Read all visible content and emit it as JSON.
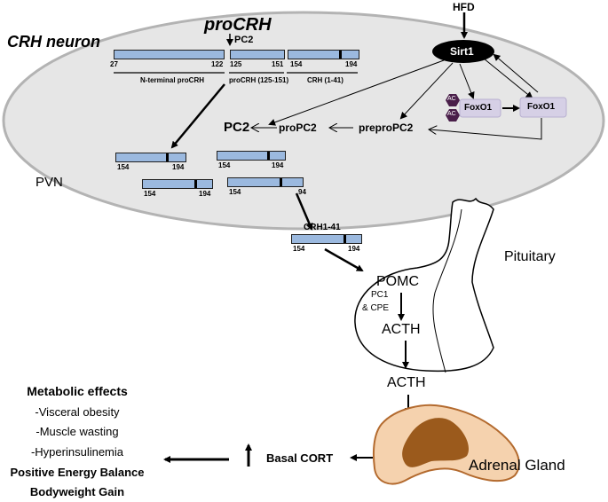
{
  "neuron": {
    "title": "CRH neuron",
    "procrh_title": "proCRH",
    "pc2_top": "PC2",
    "bar_numbers": {
      "n27": "27",
      "n122": "122",
      "n125": "125",
      "n151": "151",
      "n154": "154",
      "n194": "194"
    },
    "segment_labels": {
      "n_terminal": "N-terminal proCRH",
      "mid": "proCRH (125-151)",
      "crh": "CRH (1-41)"
    },
    "pvn": "PVN",
    "pc2_big": "PC2",
    "propc2": "proPC2",
    "prepropc2": "preproPC2",
    "hfd": "HFD",
    "sirt1": "Sirt1",
    "foxo1_ac": "FoxO1",
    "foxo1": "FoxO1",
    "ac": "AC"
  },
  "fragments": {
    "num_154": "154",
    "num_194": "194",
    "num_94": "94",
    "crh141": "CRH1-41"
  },
  "pituitary": {
    "label": "Pituitary",
    "pomc": "POMC",
    "pc1": "PC1",
    "cpe": "& CPE",
    "acth_inner": "ACTH"
  },
  "adrenal": {
    "acth": "ACTH",
    "label": "Adrenal Gland",
    "basal_cort": "Basal CORT"
  },
  "effects": {
    "title": "Metabolic effects",
    "items": [
      "-Visceral obesity",
      "-Muscle wasting",
      "-Hyperinsulinemia"
    ],
    "positive": "Positive Energy Balance",
    "gain": "Bodyweight Gain"
  },
  "colors": {
    "neuron_fill": "#e6e6e6",
    "bar_fill": "#9bb9df",
    "adrenal_outer": "#f5d2ae",
    "adrenal_inner": "#9b5a1c",
    "ac_hex": "#4a1f4a",
    "foxo1_box": "#d6d0e6"
  }
}
